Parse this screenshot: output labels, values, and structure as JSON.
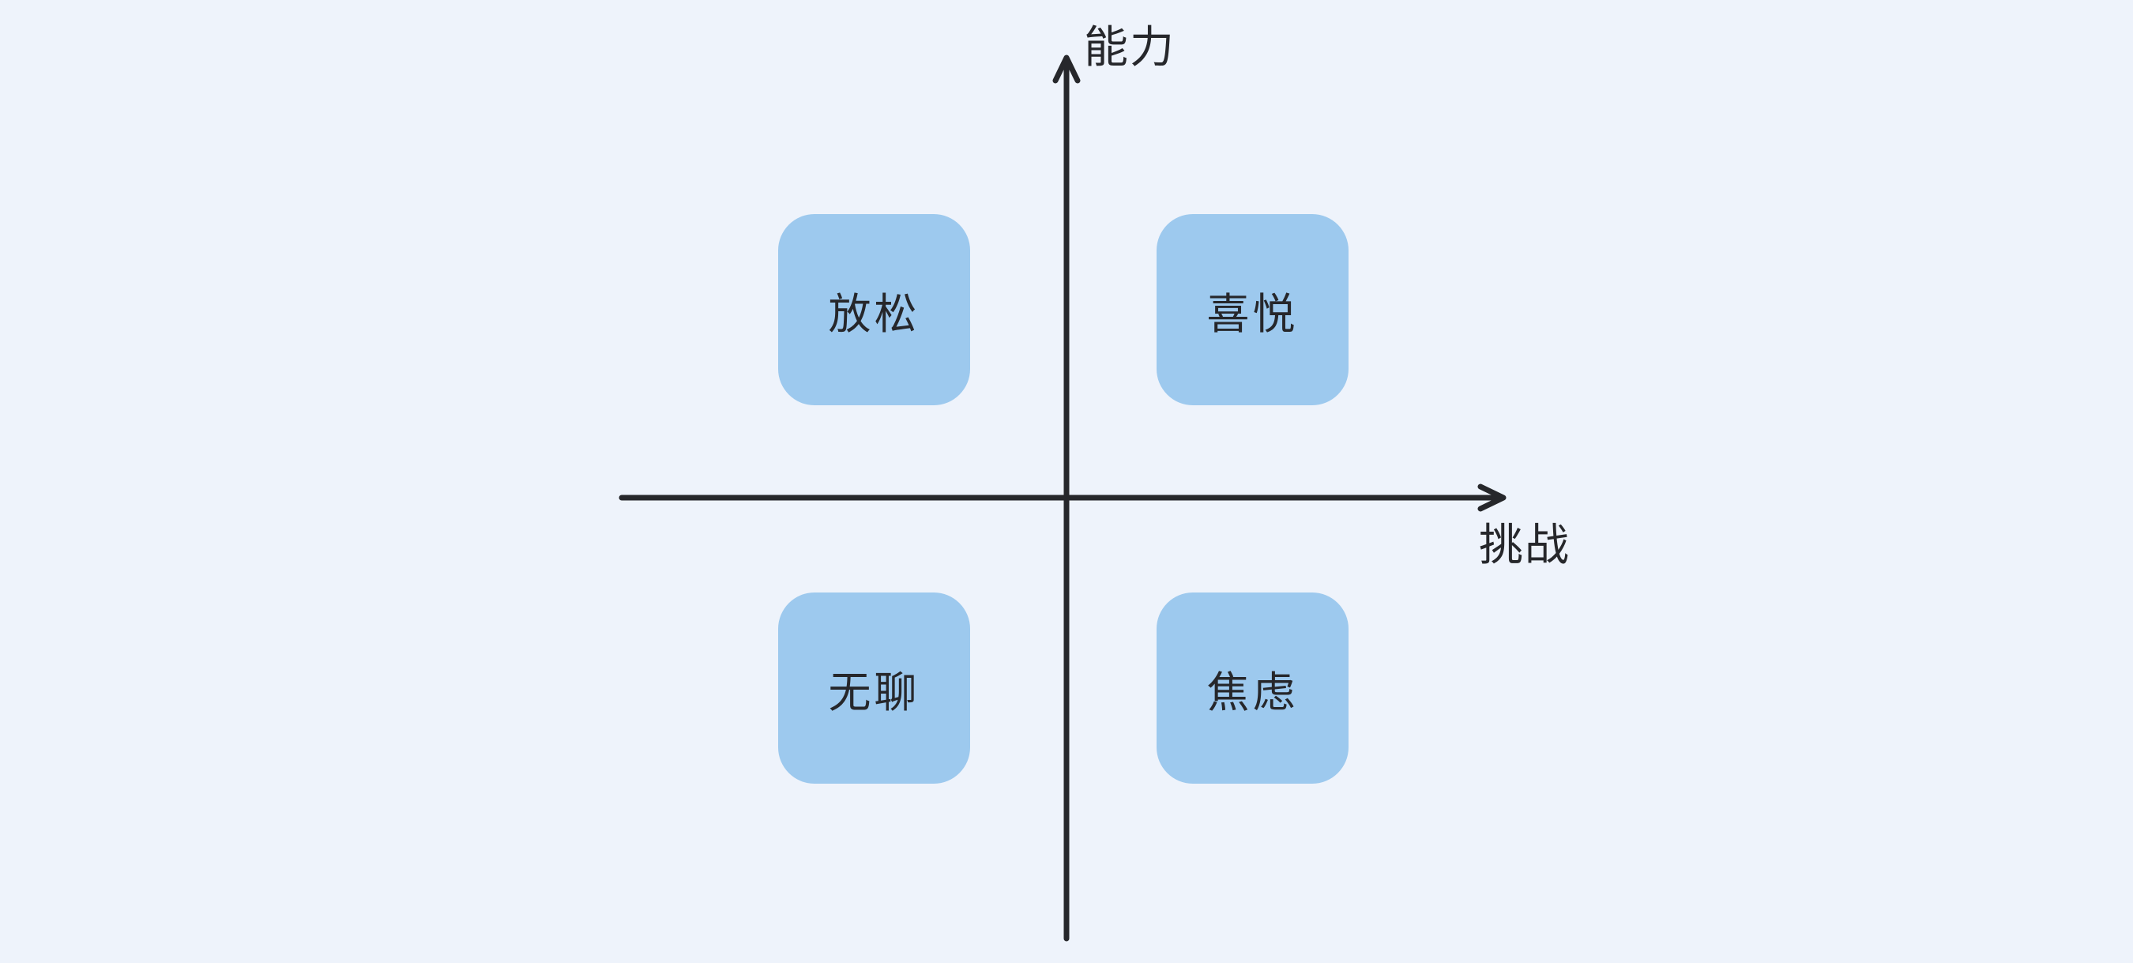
{
  "diagram": {
    "title": "flow-quadrant-diagram",
    "axes": {
      "y_label": "能力",
      "x_label": "挑战"
    },
    "quadrants": [
      {
        "position": "top-left",
        "label": "放松"
      },
      {
        "position": "top-right",
        "label": "喜悦"
      },
      {
        "position": "bottom-left",
        "label": "无聊"
      },
      {
        "position": "bottom-right",
        "label": "焦虑"
      }
    ],
    "colors": {
      "background": "#EEF3FB",
      "node_fill": "#9DC9EE",
      "axis": "#26272B",
      "text": "#26272B"
    }
  }
}
